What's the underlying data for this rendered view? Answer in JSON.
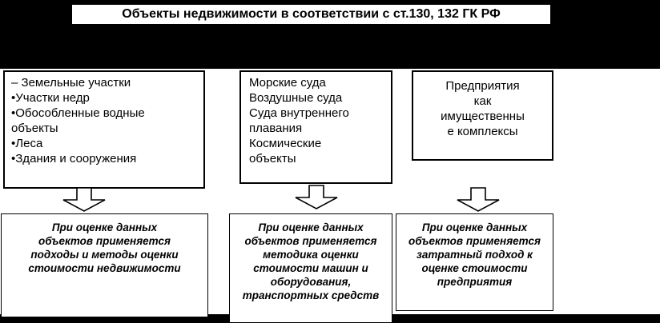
{
  "title": "Объекты недвижимости в соответствии с ст.130, 132 ГК РФ",
  "top_boxes": {
    "left": {
      "lines": [
        "– Земельные участки",
        "•Участки недр",
        "•Обособленные водные объекты",
        "•Леса",
        "•Здания и сооружения"
      ]
    },
    "middle": {
      "lines": [
        "Морские суда",
        "Воздушные суда",
        "Суда внутреннего плавания",
        "Космические объекты"
      ]
    },
    "right": {
      "lines": [
        "Предприятия",
        "как",
        "имущественны",
        "е комплексы"
      ]
    }
  },
  "bottom_boxes": {
    "left": "При оценке данных объектов применяется подходы и методы оценки стоимости недвижимости",
    "middle": "При оценке данных объектов применяется методика оценки стоимости машин и оборудования, транспортных средств",
    "right": "При оценке данных объектов применяется затратный подход к оценке стоимости предприятия"
  },
  "icons": {
    "down_arrow": "block-arrow-down"
  },
  "colors": {
    "band_background": "#000000",
    "box_fill": "#ffffff",
    "border": "#000000",
    "text": "#000000"
  }
}
